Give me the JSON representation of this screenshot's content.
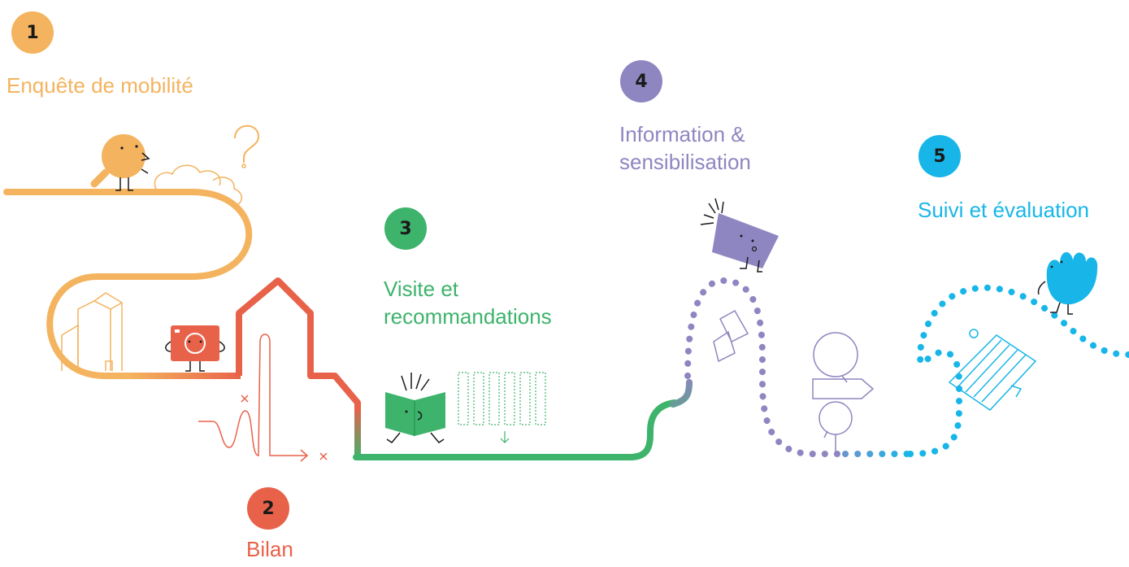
{
  "colors": {
    "orange": "#F4B35E",
    "red": "#E8624A",
    "green": "#3DB36B",
    "purple": "#8E86C1",
    "blue": "#18B6E8",
    "ink": "#1a1a1a"
  },
  "steps": [
    {
      "number": "1",
      "label": "Enquête de mobilité",
      "color": "orange",
      "icon": "magnifier-character-icon"
    },
    {
      "number": "2",
      "label": "Bilan",
      "color": "red",
      "icon": "camera-character-icon"
    },
    {
      "number": "3",
      "label_lines": [
        "Visite et",
        "recommandations"
      ],
      "color": "green",
      "icon": "book-character-icon"
    },
    {
      "number": "4",
      "label_lines": [
        "Information &",
        "sensibilisation"
      ],
      "color": "purple",
      "icon": "megaphone-character-icon"
    },
    {
      "number": "5",
      "label": "Suivi et évaluation",
      "color": "blue",
      "icon": "hand-character-icon"
    }
  ]
}
